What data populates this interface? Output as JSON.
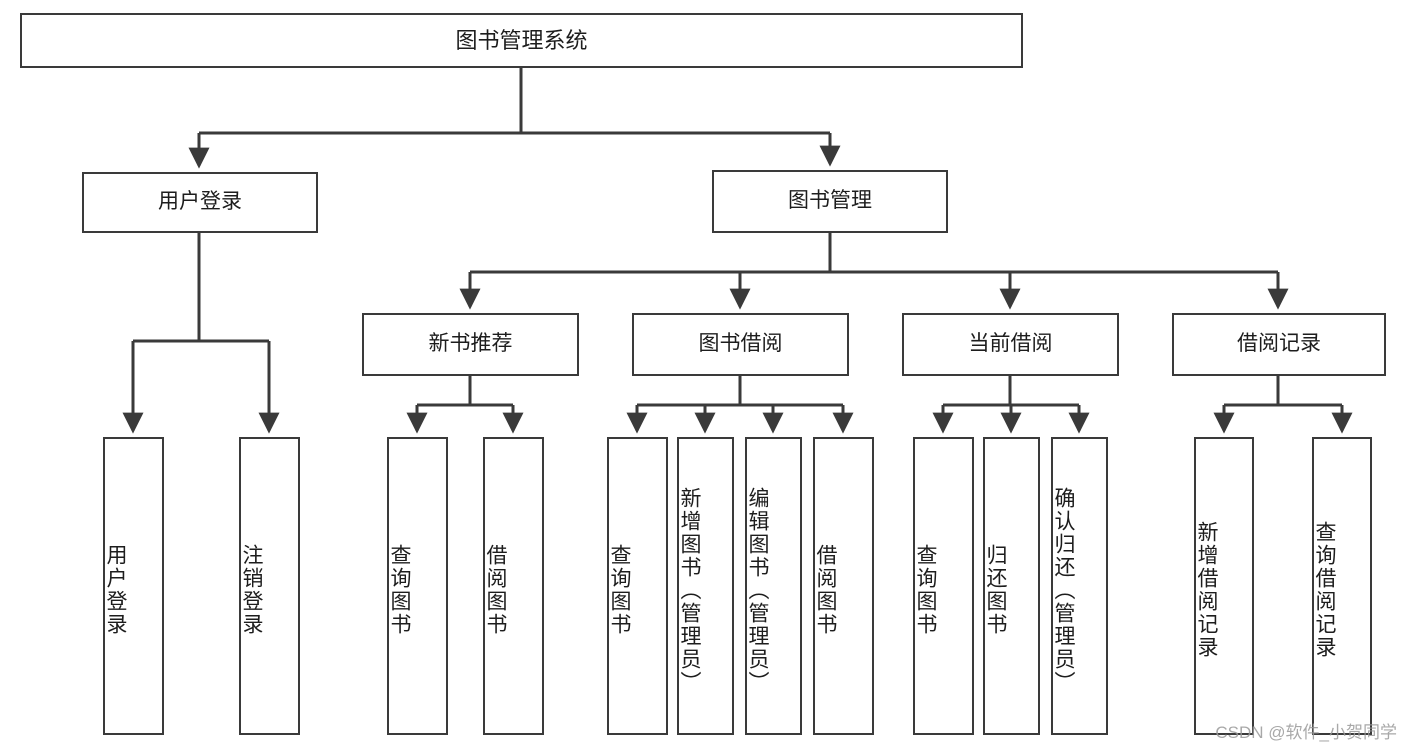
{
  "diagram": {
    "type": "tree-flowchart",
    "title": "图书管理系统",
    "theme": {
      "background": "#ffffff",
      "box_border": "#3a3a3a",
      "box_fill": "#ffffff",
      "connector": "#3a3a3a",
      "text": "#1d1d1d",
      "watermark": "#9a9a9a"
    },
    "root": {
      "label": "图书管理系统"
    },
    "level1": [
      {
        "label": "用户登录"
      },
      {
        "label": "图书管理"
      }
    ],
    "level2": [
      {
        "label": "新书推荐"
      },
      {
        "label": "图书借阅"
      },
      {
        "label": "当前借阅"
      },
      {
        "label": "借阅记录"
      }
    ],
    "leaves": {
      "user_login": [
        {
          "label": "用户登录"
        },
        {
          "label": "注销登录"
        }
      ],
      "new_book_recommend": [
        {
          "label": "查询图书"
        },
        {
          "label": "借阅图书"
        }
      ],
      "book_borrow": [
        {
          "label": "查询图书"
        },
        {
          "label": "新增图书（管理员）"
        },
        {
          "label": "编辑图书（管理员）"
        },
        {
          "label": "借阅图书"
        }
      ],
      "current_borrow": [
        {
          "label": "查询图书"
        },
        {
          "label": "归还图书"
        },
        {
          "label": "确认归还（管理员）"
        }
      ],
      "borrow_record": [
        {
          "label": "新增借阅记录"
        },
        {
          "label": "查询借阅记录"
        }
      ]
    }
  },
  "watermark": {
    "text": "CSDN @软件_小贺同学"
  }
}
